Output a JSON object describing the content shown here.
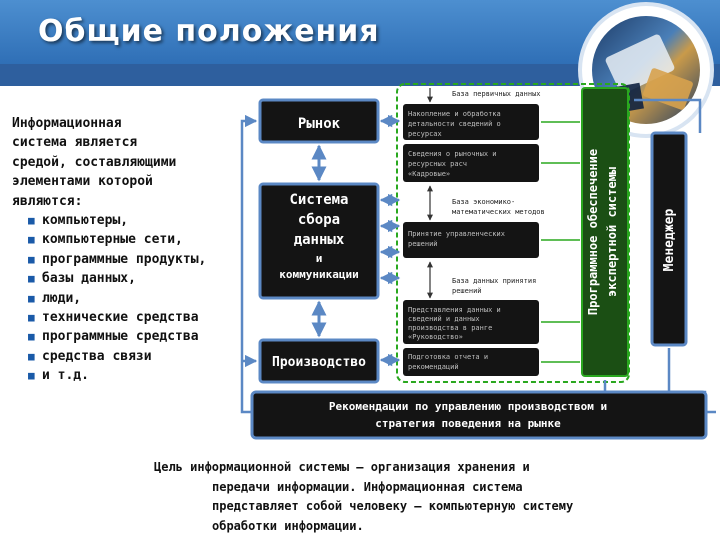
{
  "header": {
    "title": "Общие положения"
  },
  "left_text": {
    "intro": [
      "Информационная",
      "система является",
      "средой, составляющими",
      "элементами которой",
      "являются:"
    ],
    "items": [
      "компьютеры,",
      "компьютерные сети,",
      "программные продукты,",
      "базы данных,",
      "люди,",
      "технические средства",
      "программные средства",
      "средства связи",
      "и т.д."
    ]
  },
  "diagram": {
    "market": "Рынок",
    "collection": [
      "Система",
      "сбора",
      "данных",
      "и",
      "коммуникации"
    ],
    "production": "Производство",
    "db_primary": "База первичных данных",
    "box1": [
      "Накопление и обработка",
      "детальности сведений о",
      "ресурсах"
    ],
    "box2": [
      "Сведения о рыночных и",
      "ресурсных расч",
      "«Кадровые»"
    ],
    "db_models": [
      "База экономико-",
      "математических методов"
    ],
    "box3": [
      "Принятие управленческих",
      "решений"
    ],
    "db_decisions": [
      "База данных принятия",
      "решений"
    ],
    "box4": [
      "Представления данных и",
      "сведений и данных",
      "производства в ранге",
      "«Руководство»"
    ],
    "box5": [
      "Подготовка отчета и",
      "рекомендаций"
    ],
    "software": [
      "Программное обеспечение",
      "экспертной системы"
    ],
    "manager": "Менеджер",
    "recommendations": [
      "Рекомендации по управлению производством и",
      "стратегия поведения на рынке"
    ]
  },
  "bottom_text": [
    "Цель информационной системы – организация хранения и",
    "передачи информации. Информационная система",
    "представляет собой человеку – компьютерную систему",
    "обработки информации."
  ],
  "colors": {
    "dark_box": "#141414",
    "box_border": "#5b88c4",
    "green": "#2aa81f",
    "header": "#3a7cc4"
  }
}
